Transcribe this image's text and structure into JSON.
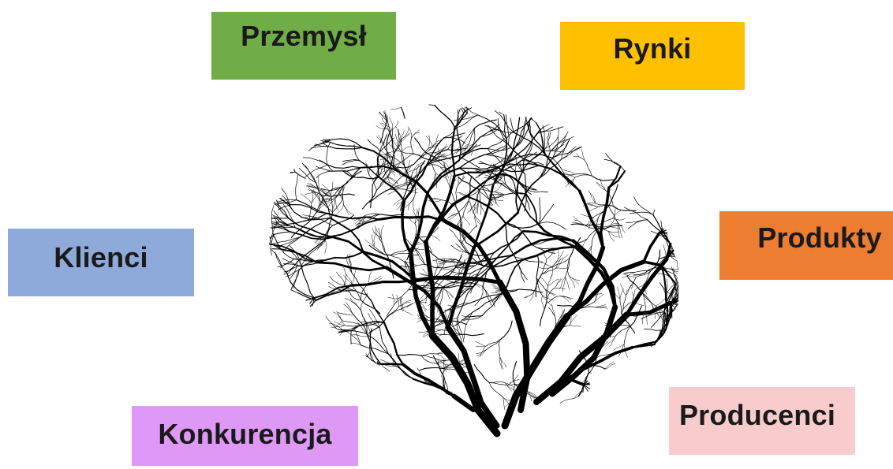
{
  "labels": {
    "przemysl": {
      "text": "Przemysł",
      "color": "#70ad47"
    },
    "rynki": {
      "text": "Rynki",
      "color": "#ffc000"
    },
    "klienci": {
      "text": "Klienci",
      "color": "#8eaadb"
    },
    "produkty": {
      "text": "Produkty",
      "color": "#ed7d31"
    },
    "konkurencja": {
      "text": "Konkurencja",
      "color": "#dd99f5"
    },
    "producenci": {
      "text": "Producenci",
      "color": "#f8cccc"
    }
  },
  "illustration": {
    "icon": "brain-vessel-network-icon",
    "color": "#000000"
  }
}
